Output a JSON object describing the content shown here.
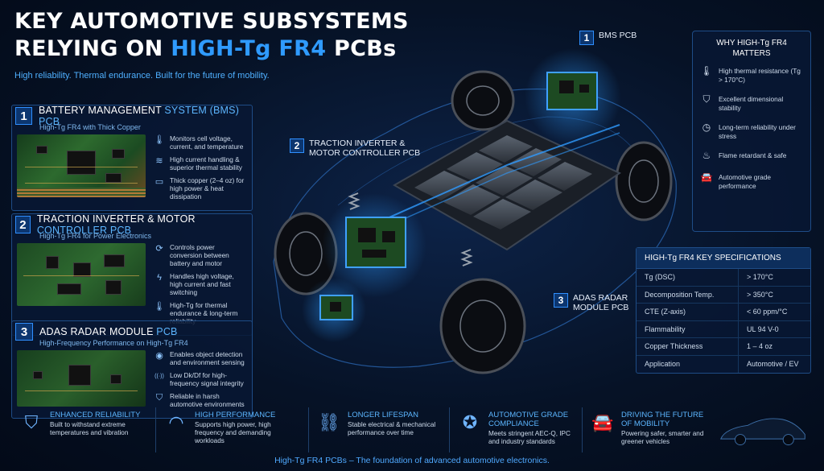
{
  "title": {
    "line1": "KEY AUTOMOTIVE SUBSYSTEMS",
    "line2_prefix": "RELYING ON ",
    "line2_highlight": "HIGH-Tg FR4",
    "line2_suffix": " PCBs",
    "subtitle": "High reliability. Thermal endurance. Built for the future of mobility."
  },
  "panels": [
    {
      "number": "1",
      "title_main": "BATTERY MANAGEMENT ",
      "title_highlight": "SYSTEM (BMS) PCB",
      "subtitle": "High-Tg FR4 with Thick Copper",
      "features": [
        {
          "icon": "thermometer-icon",
          "glyph": "🌡",
          "text": "Monitors cell voltage, current, and temperature"
        },
        {
          "icon": "layers-icon",
          "glyph": "≋",
          "text": "High current handling & superior thermal stability"
        },
        {
          "icon": "copper-icon",
          "glyph": "▭",
          "text": "Thick copper (2–4 oz) for high power & heat dissipation"
        }
      ]
    },
    {
      "number": "2",
      "title_main": "TRACTION INVERTER & MOTOR ",
      "title_highlight": "CONTROLLER PCB",
      "subtitle": "High-Tg FR4 for Power Electronics",
      "features": [
        {
          "icon": "cycle-icon",
          "glyph": "⟳",
          "text": "Controls power conversion between battery and motor"
        },
        {
          "icon": "lightning-icon",
          "glyph": "ϟ",
          "text": "Handles high voltage, high current and fast switching"
        },
        {
          "icon": "thermometer-icon",
          "glyph": "🌡",
          "text": "High-Tg for thermal endurance & long-term reliability"
        }
      ]
    },
    {
      "number": "3",
      "title_main": "ADAS RADAR MODULE ",
      "title_highlight": "PCB",
      "subtitle": "High-Frequency Performance on High-Tg FR4",
      "features": [
        {
          "icon": "radar-icon",
          "glyph": "◉",
          "text": "Enables object detection and environment sensing"
        },
        {
          "icon": "signal-icon",
          "glyph": "((·))",
          "text": "Low Dk/Df for high-frequency signal integrity"
        },
        {
          "icon": "shield-icon",
          "glyph": "⛉",
          "text": "Reliable in harsh automotive environments"
        }
      ]
    }
  ],
  "callouts": {
    "bms": {
      "number": "1",
      "label": "BMS PCB"
    },
    "inverter": {
      "number": "2",
      "label_line1": "TRACTION INVERTER &",
      "label_line2": "MOTOR CONTROLLER PCB"
    },
    "adas": {
      "number": "3",
      "label_line1": "ADAS RADAR",
      "label_line2": "MODULE PCB"
    }
  },
  "why": {
    "title_line1": "WHY HIGH-Tg FR4",
    "title_line2": "MATTERS",
    "items": [
      {
        "icon": "thermometer-icon",
        "glyph": "🌡",
        "text": "High thermal resistance (Tg > 170°C)"
      },
      {
        "icon": "shield-check-icon",
        "glyph": "⛉",
        "text": "Excellent dimensional stability"
      },
      {
        "icon": "clock-icon",
        "glyph": "◷",
        "text": "Long-term reliability under stress"
      },
      {
        "icon": "flame-icon",
        "glyph": "♨",
        "text": "Flame retardant & safe"
      },
      {
        "icon": "car-icon",
        "glyph": "🚘",
        "text": "Automotive grade performance"
      }
    ]
  },
  "spec": {
    "title": "HIGH-Tg FR4 KEY SPECIFICATIONS",
    "rows": [
      {
        "k": "Tg (DSC)",
        "v": "> 170°C"
      },
      {
        "k": "Decomposition Temp.",
        "v": "> 350°C"
      },
      {
        "k": "CTE (Z-axis)",
        "v": "< 60 ppm/°C"
      },
      {
        "k": "Flammability",
        "v": "UL 94 V-0"
      },
      {
        "k": "Copper Thickness",
        "v": "1 – 4 oz"
      },
      {
        "k": "Application",
        "v": "Automotive / EV"
      }
    ]
  },
  "bottom": [
    {
      "icon": "shield-check-icon",
      "glyph": "⛉",
      "title": "ENHANCED RELIABILITY",
      "text": "Built to withstand extreme temperatures and vibration"
    },
    {
      "icon": "speedometer-icon",
      "glyph": "◠",
      "title": "HIGH PERFORMANCE",
      "text": "Supports high power, high frequency and demanding workloads"
    },
    {
      "icon": "chain-link-icon",
      "glyph": "⛓",
      "title": "LONGER LIFESPAN",
      "text": "Stable electrical & mechanical performance over time"
    },
    {
      "icon": "award-icon",
      "glyph": "✪",
      "title": "AUTOMOTIVE GRADE COMPLIANCE",
      "text": "Meets stringent AEC-Q, IPC and industry standards"
    },
    {
      "icon": "car-icon",
      "glyph": "🚘",
      "title": "DRIVING THE FUTURE OF MOBILITY",
      "text": "Powering safer, smarter and greener vehicles"
    }
  ],
  "footer": "High-Tg FR4 PCBs – The foundation of advanced automotive electronics.",
  "colors": {
    "accent": "#2f9bff",
    "background": "#061226",
    "panel_border": "#1e4c86"
  }
}
